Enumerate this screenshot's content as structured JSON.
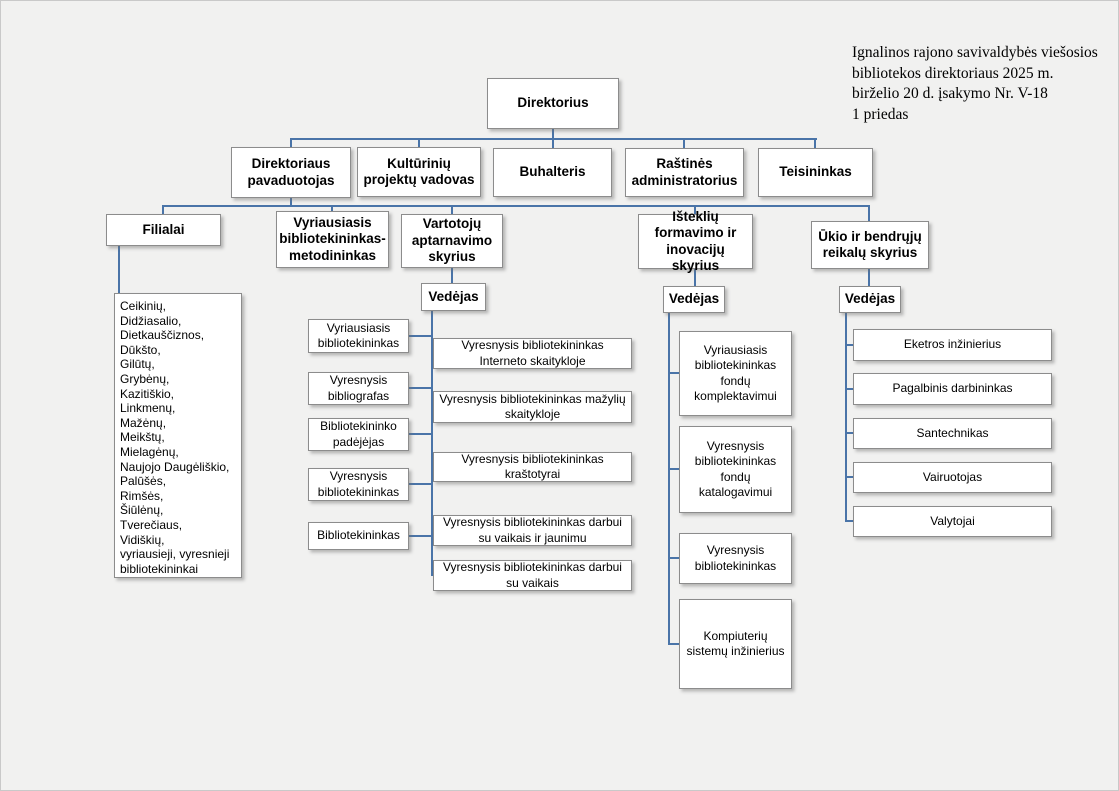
{
  "annotation": "Ignalinos rajono savivaldybės viešosios\nbibliotekos direktoriaus 2025 m.\nbirželio 20 d. įsakymo Nr. V-18\n1 priedas",
  "org": {
    "direktorius": "Direktorius",
    "level2": {
      "pavaduotojas": "Direktoriaus pavaduotojas",
      "kulturiniu_vadovas": "Kultūrinių projektų vadovas",
      "buhalteris": "Buhalteris",
      "rastines_administratorius": "Raštinės administratorius",
      "teisininkas": "Teisininkas"
    },
    "level3": {
      "filialai": "Filialai",
      "metodininkas": "Vyriausiasis bibliotekininkas-metodininkas",
      "vartotoju_skyrius": "Vartotojų aptarnavimo skyrius",
      "istekliu_skyrius": "Išteklių formavimo ir inovacijų skyrius",
      "ukio_skyrius": "Ūkio ir bendrųjų reikalų skyrius"
    },
    "filialai_sarasas": "Ceikinių,\nDidžiasalio,\nDietkauščiznos,\nDūkšto,\nGilūtų,\nGrybėnų,\nKazitiškio,\nLinkmenų,\nMažėnų,\nMeikštų,\nMielagėnų,\nNaujojo Daugėliškio,\nPalūšės,\nRimšės,\nŠiūlėnų,\nTverečiaus,\nVidiškių,\nvyriausieji, vyresnieji\nbibliotekininkai",
    "vartotoju": {
      "vedejas": "Vedėjas",
      "kaire": [
        "Vyriausiasis bibliotekininkas",
        "Vyresnysis bibliografas",
        "Bibliotekininko padėjėjas",
        "Vyresnysis bibliotekininkas",
        "Bibliotekininkas"
      ],
      "desine": [
        "Vyresnysis bibliotekininkas Interneto skaitykloje",
        "Vyresnysis bibliotekininkas mažylių skaitykloje",
        "Vyresnysis bibliotekininkas kraštotyrai",
        "Vyresnysis bibliotekininkas darbui su vaikais ir jaunimu",
        "Vyresnysis bibliotekininkas darbui su vaikais"
      ]
    },
    "istekliu": {
      "vedejas": "Vedėjas",
      "pareigybes": [
        "Vyriausiasis bibliotekininkas fondų komplektavimui",
        "Vyresnysis bibliotekininkas fondų katalogavimui",
        "Vyresnysis bibliotekininkas",
        "Kompiuterių sistemų inžinierius"
      ]
    },
    "ukio": {
      "vedejas": "Vedėjas",
      "pareigybes": [
        "Eketros inžinierius",
        "Pagalbinis darbininkas",
        "Santechnikas",
        "Vairuotojas",
        "Valytojai"
      ]
    }
  },
  "colors": {
    "background": "#f1f1f0",
    "box_fill": "#ffffff",
    "box_border": "#8c8c8c",
    "connector": "#4a74a8",
    "text": "#000000"
  }
}
